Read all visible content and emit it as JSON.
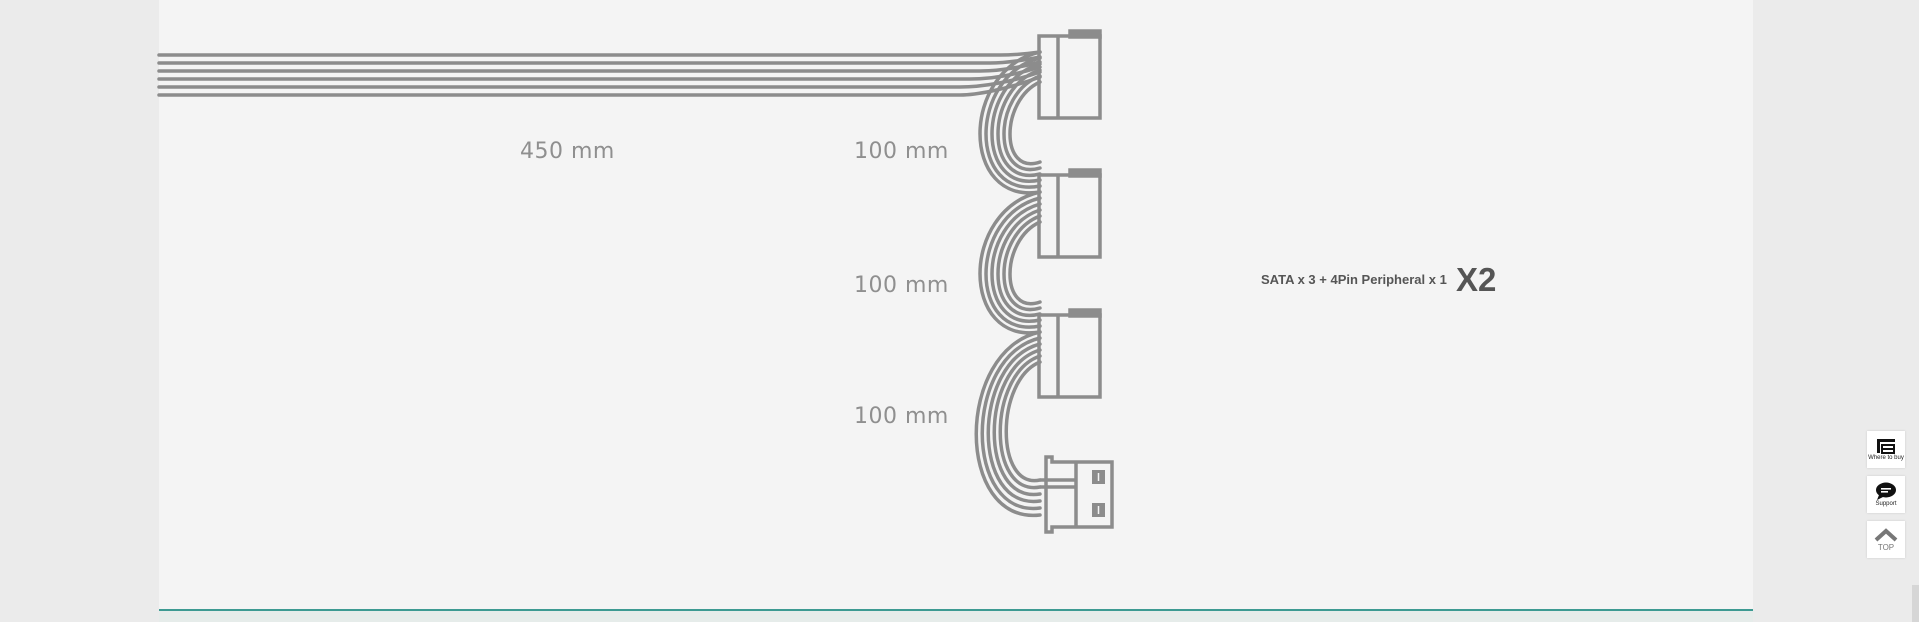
{
  "diagram": {
    "dimension_labels": {
      "main": "450 mm",
      "segment_1": "100 mm",
      "segment_2": "100 mm",
      "segment_3": "100 mm"
    },
    "connector_description": "SATA x 3 + 4Pin Peripheral x 1",
    "quantity": "X2",
    "connectors": [
      "sata-connector",
      "sata-connector",
      "sata-connector",
      "molex-4pin-connector"
    ],
    "colors": {
      "cable": "#8c8c8c",
      "label": "#8f8f8f",
      "text": "#555555",
      "accent_line": "#3d9a92"
    }
  },
  "sidebar": {
    "where_to_buy_label": "Where to buy",
    "support_label": "Support",
    "top_label": "TOP"
  }
}
